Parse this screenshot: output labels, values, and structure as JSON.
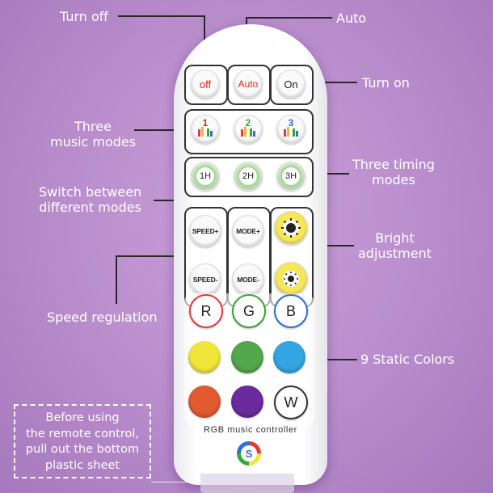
{
  "labels": {
    "turn_off": "Turn off",
    "auto": "Auto",
    "turn_on": "Turn on",
    "music_modes_l1": "Three",
    "music_modes_l2": "music modes",
    "timing_modes_l1": "Three timing",
    "timing_modes_l2": "modes",
    "switch_modes_l1": "Switch between",
    "switch_modes_l2": "different modes",
    "bright_l1": "Bright",
    "bright_l2": "adjustment",
    "speed_regulation": "Speed regulation",
    "static_colors": "9 Static Colors"
  },
  "note": {
    "line1": "Before using",
    "line2": "the remote control,",
    "line3": "pull out the bottom",
    "line4": "plastic sheet"
  },
  "remote": {
    "power_buttons": [
      "off",
      "Auto",
      "On"
    ],
    "music_buttons": [
      "1",
      "2",
      "3"
    ],
    "timer_buttons": [
      "1H",
      "2H",
      "3H"
    ],
    "speed_up": "SPEED+",
    "speed_down": "SPEED-",
    "mode_up": "MODE+",
    "mode_down": "MODE-",
    "color_labels": [
      "R",
      "G",
      "B",
      "W"
    ],
    "brand": "RGB music controller",
    "colors": {
      "red": "#e23b3b",
      "green": "#3aa53a",
      "blue": "#2f6fd8",
      "yellow": "#f2e53a",
      "mid_green": "#52a84a",
      "light_blue": "#33a5e0",
      "orange_red": "#e25a30",
      "purple": "#6b2a9e",
      "white": "#ffffff"
    }
  }
}
